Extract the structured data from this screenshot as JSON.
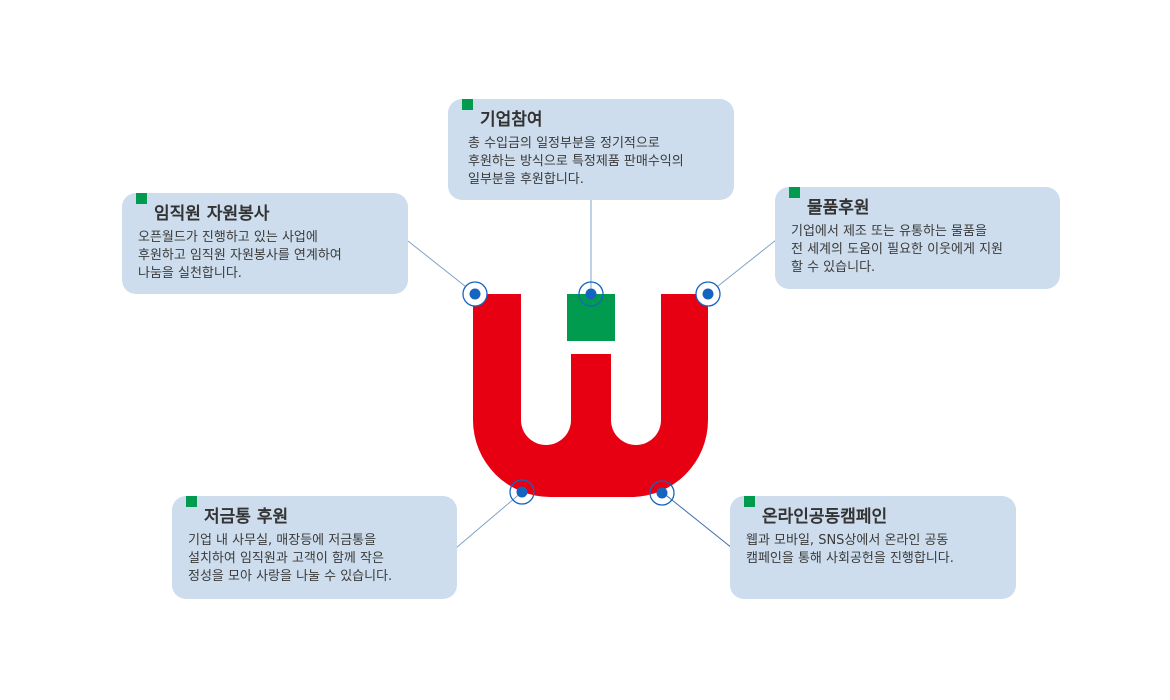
{
  "colors": {
    "logo_red": "#e60012",
    "logo_green": "#009b4f",
    "card_bg": "#cddded",
    "dot_blue": "#1565c0",
    "line_blue": "#7fa3c8"
  },
  "cards": {
    "top": {
      "title": "기업참여",
      "desc": [
        "총 수입금의 일정부분을 정기적으로",
        "후원하는 방식으로 특정제품 판매수익의",
        "일부분을 후원합니다."
      ]
    },
    "left": {
      "title": "임직원 자원봉사",
      "desc": [
        "오픈월드가 진행하고 있는 사업에",
        "후원하고 임직원 자원봉사를 연계하여",
        "나눔을 실천합니다."
      ]
    },
    "right": {
      "title": "물품후원",
      "desc": [
        "기업에서 제조 또는 유통하는 물품을",
        "전 세계의 도움이 필요한 이웃에게 지원",
        "할 수 있습니다."
      ]
    },
    "bottom_left": {
      "title": "저금통 후원",
      "desc": [
        "기업 내 사무실, 매장등에 저금통을",
        "설치하여 임직원과 고객이 함께 작은",
        "정성을 모아 사랑을 나눌 수 있습니다."
      ]
    },
    "bottom_right": {
      "title": "온라인공동캠페인",
      "desc": [
        "웹과 모바일, SNS상에서 온라인 공동",
        "캠페인을 통해 사회공헌을 진행합니다."
      ]
    }
  }
}
